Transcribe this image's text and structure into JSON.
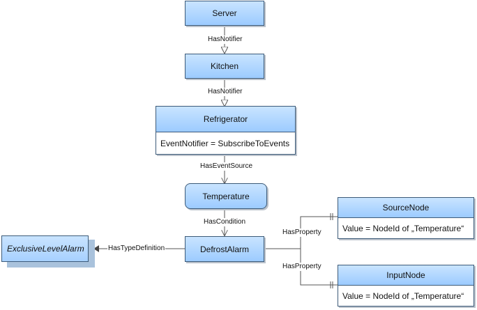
{
  "nodes": {
    "server": "Server",
    "kitchen": "Kitchen",
    "refrigerator": {
      "title": "Refrigerator",
      "attribute": "EventNotifier = SubscribeToEvents"
    },
    "temperature": "Temperature",
    "defrost_alarm": "DefrostAlarm",
    "exclusive_level_alarm": "ExclusiveLevelAlarm",
    "source_node": {
      "title": "SourceNode",
      "attribute": "Value = NodeId of „Temperature“"
    },
    "input_node": {
      "title": "InputNode",
      "attribute": "Value = NodeId of „Temperature“"
    }
  },
  "edges": {
    "server_kitchen": "HasNotifier",
    "kitchen_refrigerator": "HasNotifier",
    "refrigerator_temperature": "HasEventSource",
    "temperature_defrost": "HasCondition",
    "defrost_typedef": "HasTypeDefinition",
    "defrost_source": "HasProperty",
    "defrost_input": "HasProperty"
  },
  "colors": {
    "node_fill_top": "#c9e4ff",
    "node_fill_bottom": "#9ccbff",
    "node_border": "#3c5a78",
    "line": "#555555"
  }
}
